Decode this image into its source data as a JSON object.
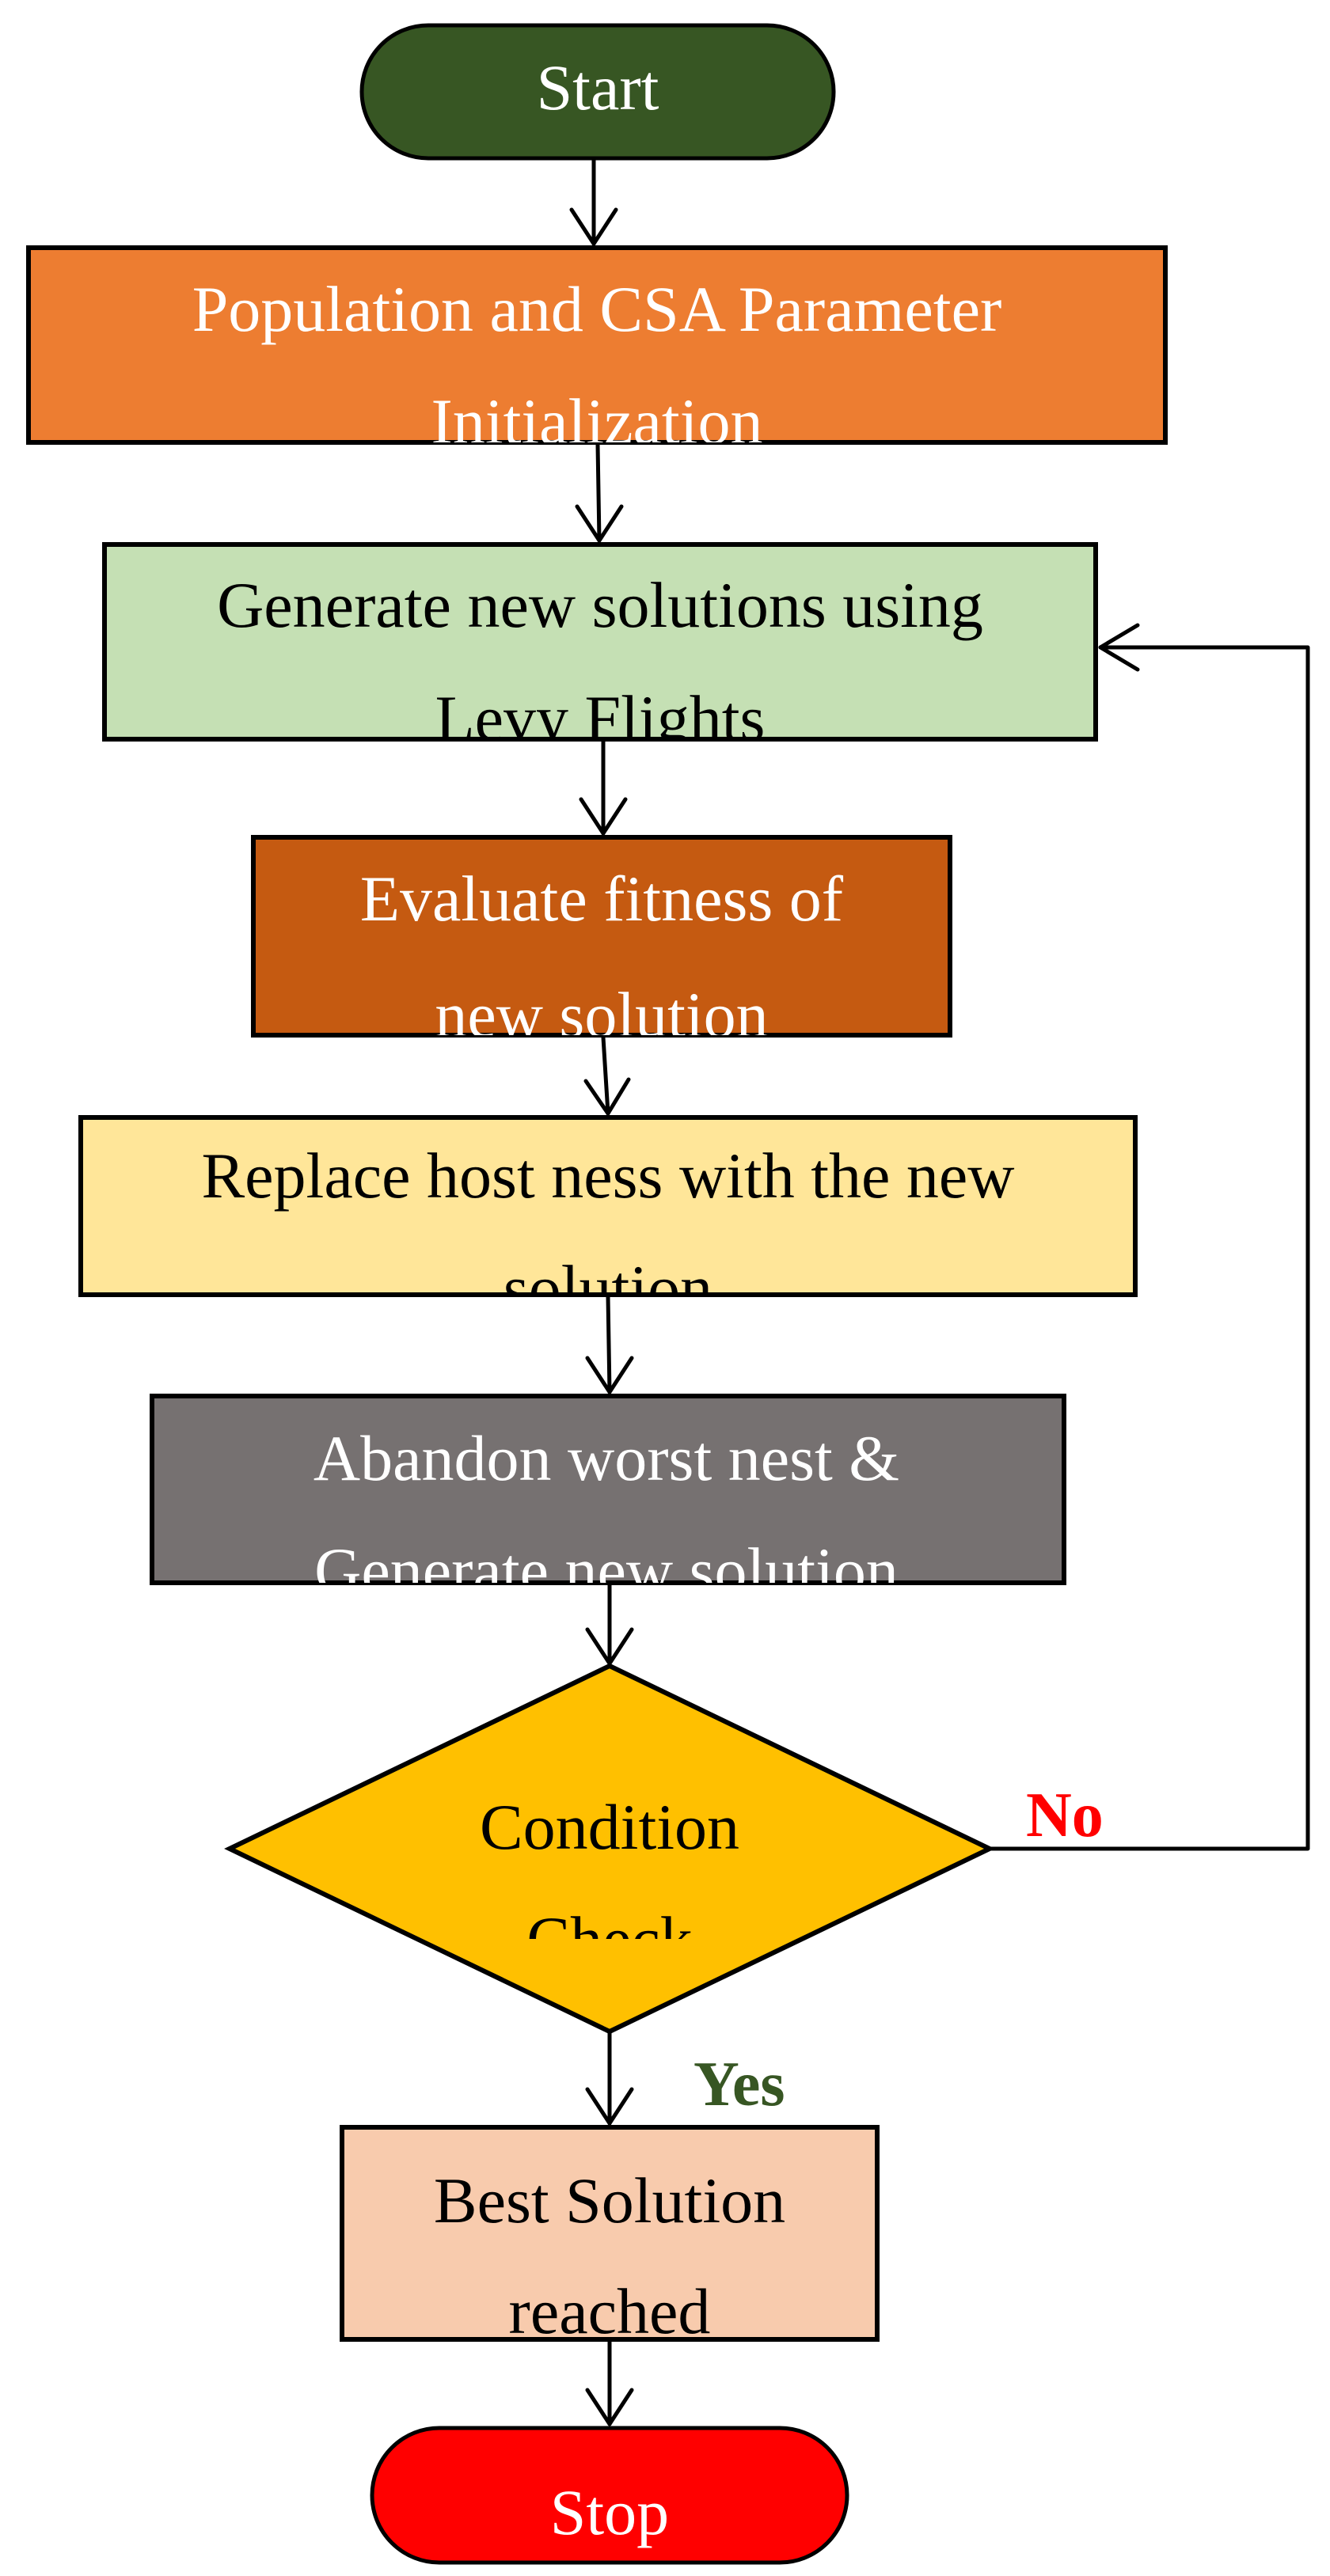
{
  "flowchart": {
    "start": {
      "label": "Start",
      "fill": "#375623",
      "text_color": "#ffffff"
    },
    "steps": [
      {
        "lines": [
          "Population and CSA Parameter",
          "Initialization"
        ],
        "fill": "#ED7D31",
        "text_color": "#ffffff"
      },
      {
        "lines": [
          "Generate new solutions using",
          "Levy Flights"
        ],
        "fill": "#C5E0B4",
        "text_color": "#000000"
      },
      {
        "lines": [
          "Evaluate fitness of",
          "new solution"
        ],
        "fill": "#C55A11",
        "text_color": "#ffffff"
      },
      {
        "lines": [
          "Replace host ness with the new",
          "solution"
        ],
        "fill": "#FFE699",
        "text_color": "#000000"
      },
      {
        "lines": [
          "Abandon worst nest &",
          "Generate new solution"
        ],
        "fill": "#767171",
        "text_color": "#ffffff"
      }
    ],
    "decision": {
      "lines": [
        "Condition",
        "Check"
      ],
      "fill": "#FFC000",
      "text_color": "#000000"
    },
    "no_label": {
      "text": "No",
      "color": "#FF0000"
    },
    "yes_label": {
      "text": "Yes",
      "color": "#375623"
    },
    "result": {
      "lines": [
        "Best Solution",
        "reached"
      ],
      "fill": "#F8CBAD",
      "text_color": "#000000"
    },
    "stop": {
      "label": "Stop",
      "fill": "#FF0000",
      "text_color": "#ffffff"
    }
  }
}
